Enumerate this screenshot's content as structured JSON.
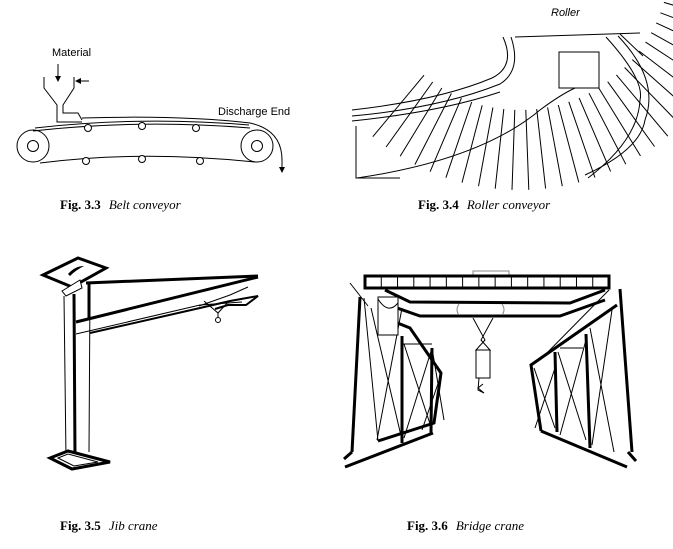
{
  "figures": [
    {
      "id": "belt",
      "number": "Fig. 3.3",
      "caption": "Belt conveyor",
      "labels": {
        "material": "Material",
        "discharge": "Discharge End"
      }
    },
    {
      "id": "roller",
      "number": "Fig. 3.4",
      "caption": "Roller conveyor",
      "labels": {
        "roller": "Roller"
      }
    },
    {
      "id": "jib",
      "number": "Fig. 3.5",
      "caption": "Jib crane"
    },
    {
      "id": "bridge",
      "number": "Fig. 3.6",
      "caption": "Bridge crane"
    }
  ]
}
